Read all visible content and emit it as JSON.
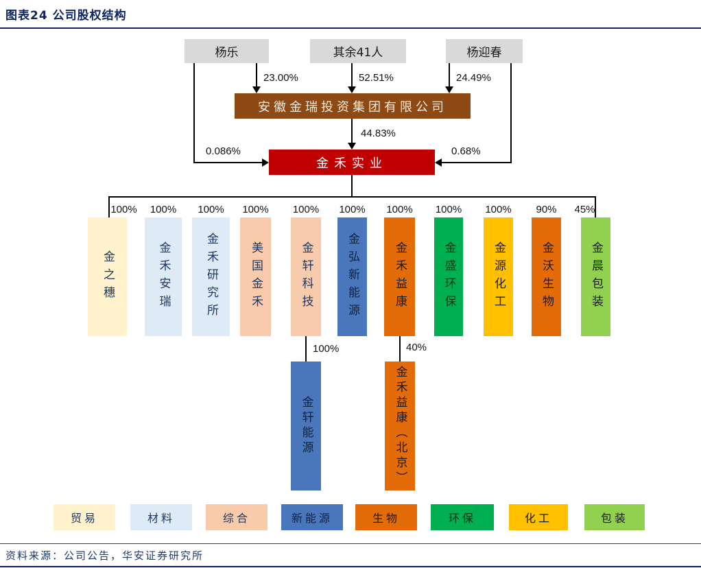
{
  "figure": {
    "title": "图表24 公司股权结构",
    "source": "资料来源：公司公告，华安证券研究所"
  },
  "colors": {
    "title": "#0C2566",
    "rule": "#0C2566",
    "gray_box": "#D9D9D9",
    "holding_box": "#8E4A14",
    "listed_box": "#C00000",
    "connector": "#000000"
  },
  "shareholders": [
    {
      "name": "杨乐",
      "pct_to_holding": "23.00%",
      "direct_pct": "0.086%"
    },
    {
      "name": "其余41人",
      "pct_to_holding": "52.51%"
    },
    {
      "name": "杨迎春",
      "pct_to_holding": "24.49%",
      "direct_pct": "0.68%"
    }
  ],
  "holding": {
    "name": "安徽金瑞投资集团有限公司",
    "pct": "44.83%"
  },
  "listed": {
    "name": "金禾实业"
  },
  "subsidiaries": [
    {
      "name": "金之穗",
      "pct": "100%",
      "category": "贸易"
    },
    {
      "name": "金禾安瑞",
      "pct": "100%",
      "category": "材料"
    },
    {
      "name": "金禾研究所",
      "pct": "100%",
      "category": "材料"
    },
    {
      "name": "美国金禾",
      "pct": "100%",
      "category": "综合"
    },
    {
      "name": "金轩科技",
      "pct": "100%",
      "category": "综合"
    },
    {
      "name": "金弘新能源",
      "pct": "100%",
      "category": "新能源"
    },
    {
      "name": "金禾益康",
      "pct": "100%",
      "category": "生物"
    },
    {
      "name": "金盛环保",
      "pct": "100%",
      "category": "环保"
    },
    {
      "name": "金源化工",
      "pct": "100%",
      "category": "化工"
    },
    {
      "name": "金沃生物",
      "pct": "90%",
      "category": "生物"
    },
    {
      "name": "金晨包装",
      "pct": "45%",
      "category": "包装"
    }
  ],
  "sub_subsidiaries": [
    {
      "name": "金轩能源",
      "pct": "100%",
      "parent": "金轩科技",
      "category": "新能源"
    },
    {
      "name": "金禾益康（北京）",
      "pct": "40%",
      "parent": "金禾益康",
      "category": "生物"
    }
  ],
  "legend": [
    {
      "label": "贸易",
      "color": "#FFF2CC",
      "text_color": "#1F3864"
    },
    {
      "label": "材料",
      "color": "#DEEBF7",
      "text_color": "#1F3864"
    },
    {
      "label": "综合",
      "color": "#F8CBAD",
      "text_color": "#1F3864"
    },
    {
      "label": "新能源",
      "color": "#4A77BC",
      "text_color": "#0E2240"
    },
    {
      "label": "生物",
      "color": "#E36C09",
      "text_color": "#1B1B1B"
    },
    {
      "label": "环保",
      "color": "#00B050",
      "text_color": "#14301B"
    },
    {
      "label": "化工",
      "color": "#FFC000",
      "text_color": "#1B1B1B"
    },
    {
      "label": "包装",
      "color": "#92D050",
      "text_color": "#1B1B1B"
    }
  ]
}
